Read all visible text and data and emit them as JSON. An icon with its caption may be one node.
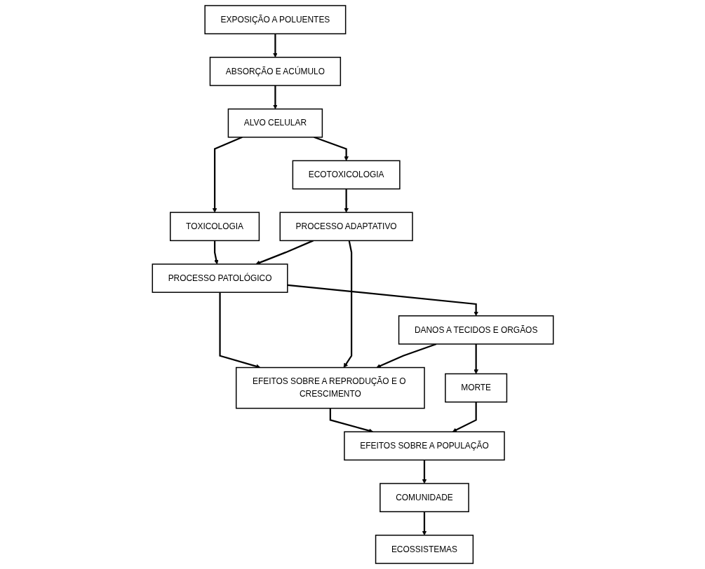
{
  "diagram": {
    "nodes": [
      {
        "text": [
          "EXPOSIÇÃO A POLUENTES"
        ]
      },
      {
        "text": [
          "ABSORÇÃO E ACÚMULO"
        ]
      },
      {
        "text": [
          "ALVO CELULAR"
        ]
      },
      {
        "text": [
          "TOXICOLOGIA"
        ]
      },
      {
        "text": [
          "ECOTOXICOLOGIA"
        ]
      },
      {
        "text": [
          "PROCESSO PATOLÓGICO"
        ]
      },
      {
        "text": [
          "PROCESSO ADAPTATIVO"
        ]
      },
      {
        "text": [
          "DANOS A TECIDOS E ORGÃOS"
        ]
      },
      {
        "text": [
          "EFEITOS SOBRE A REPRODUÇÃO E O CRESCIMENTO"
        ]
      },
      {
        "text": [
          "MORTE"
        ]
      },
      {
        "text": [
          "EFEITOS SOBRE A POPULAÇÃO"
        ]
      },
      {
        "text": [
          "COMUNIDADE"
        ]
      },
      {
        "text": [
          "ECOSSISTEMAS"
        ]
      }
    ],
    "edges": [
      {
        "from": 0,
        "to": 1,
        "arrow": "to"
      },
      {
        "from": 1,
        "to": 2,
        "arrow": "to"
      },
      {
        "from": 2,
        "to": 3,
        "arrow": "to"
      },
      {
        "from": 2,
        "to": 4,
        "arrow": "to"
      },
      {
        "from": 3,
        "to": 5,
        "arrow": "to"
      },
      {
        "from": 4,
        "to": 6,
        "arrow": "to"
      },
      {
        "from": 6,
        "to": 5,
        "arrow": "to"
      },
      {
        "from": 5,
        "to": 7,
        "arrow": "to"
      },
      {
        "from": 5,
        "to": 8,
        "arrow": "to"
      },
      {
        "from": 6,
        "to": 8,
        "arrow": "to"
      },
      {
        "from": 7,
        "to": 8,
        "arrow": "to"
      },
      {
        "from": 7,
        "to": 9,
        "arrow": "to"
      },
      {
        "from": 8,
        "to": 10,
        "arrow": "to"
      },
      {
        "from": 9,
        "to": 10,
        "arrow": "to"
      },
      {
        "from": 10,
        "to": 11,
        "arrow": "to"
      },
      {
        "from": 11,
        "to": 12,
        "arrow": "to"
      }
    ]
  }
}
